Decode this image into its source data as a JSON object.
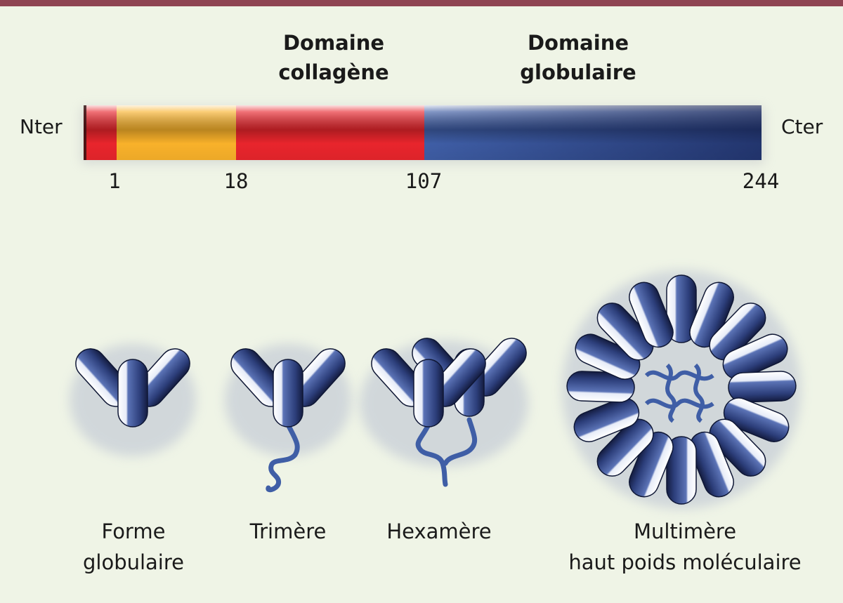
{
  "domains": [
    {
      "line1": "Domaine",
      "line2": "collagène"
    },
    {
      "line1": "Domaine",
      "line2": "globulaire"
    }
  ],
  "termini": {
    "n": "Nter",
    "c": "Cter"
  },
  "positions": [
    "1",
    "18",
    "107",
    "244"
  ],
  "segment_colors": {
    "signal": "#e8252c",
    "variable": "#f8b12a",
    "collagen": "#e8252c",
    "globular": "#3f5ea6"
  },
  "forms": [
    {
      "line1": "Forme",
      "line2": "globulaire"
    },
    {
      "line1": "Trimère",
      "line2": ""
    },
    {
      "line1": "Hexamère",
      "line2": ""
    },
    {
      "line1": "Multimère",
      "line2": "haut poids moléculaire"
    }
  ]
}
